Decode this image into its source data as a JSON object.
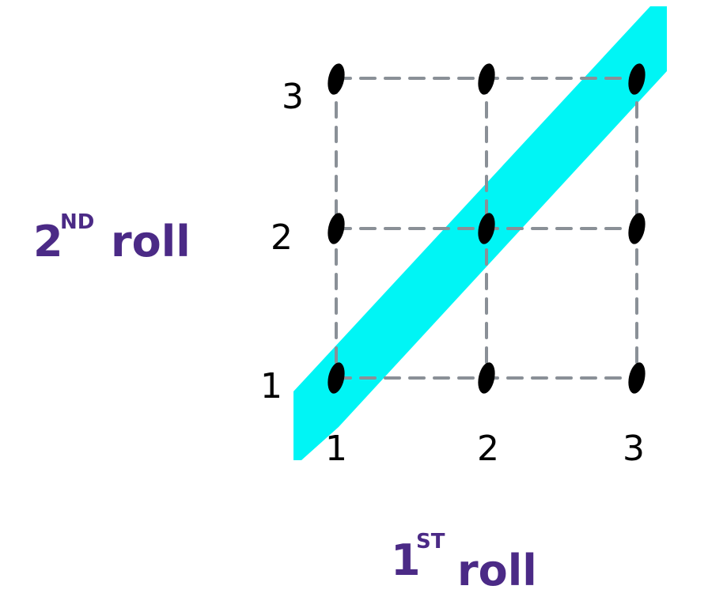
{
  "colors": {
    "band": "#00f5f5",
    "dot": "#000000",
    "grid": "#8a9097",
    "axis_title": "#4b2a86"
  },
  "x_ticks": [
    "1",
    "2",
    "3"
  ],
  "y_ticks": [
    "1",
    "2",
    "3"
  ],
  "x_title": {
    "base": "1",
    "sup": "ST",
    "word": "roll"
  },
  "y_title": {
    "base": "2",
    "sup": "ND",
    "word": "roll"
  },
  "points": [
    {
      "x": 1,
      "y": 1,
      "highlighted": true
    },
    {
      "x": 2,
      "y": 1,
      "highlighted": false
    },
    {
      "x": 3,
      "y": 1,
      "highlighted": false
    },
    {
      "x": 1,
      "y": 2,
      "highlighted": false
    },
    {
      "x": 2,
      "y": 2,
      "highlighted": true
    },
    {
      "x": 3,
      "y": 2,
      "highlighted": false
    },
    {
      "x": 1,
      "y": 3,
      "highlighted": false
    },
    {
      "x": 2,
      "y": 3,
      "highlighted": false
    },
    {
      "x": 3,
      "y": 3,
      "highlighted": true
    }
  ]
}
